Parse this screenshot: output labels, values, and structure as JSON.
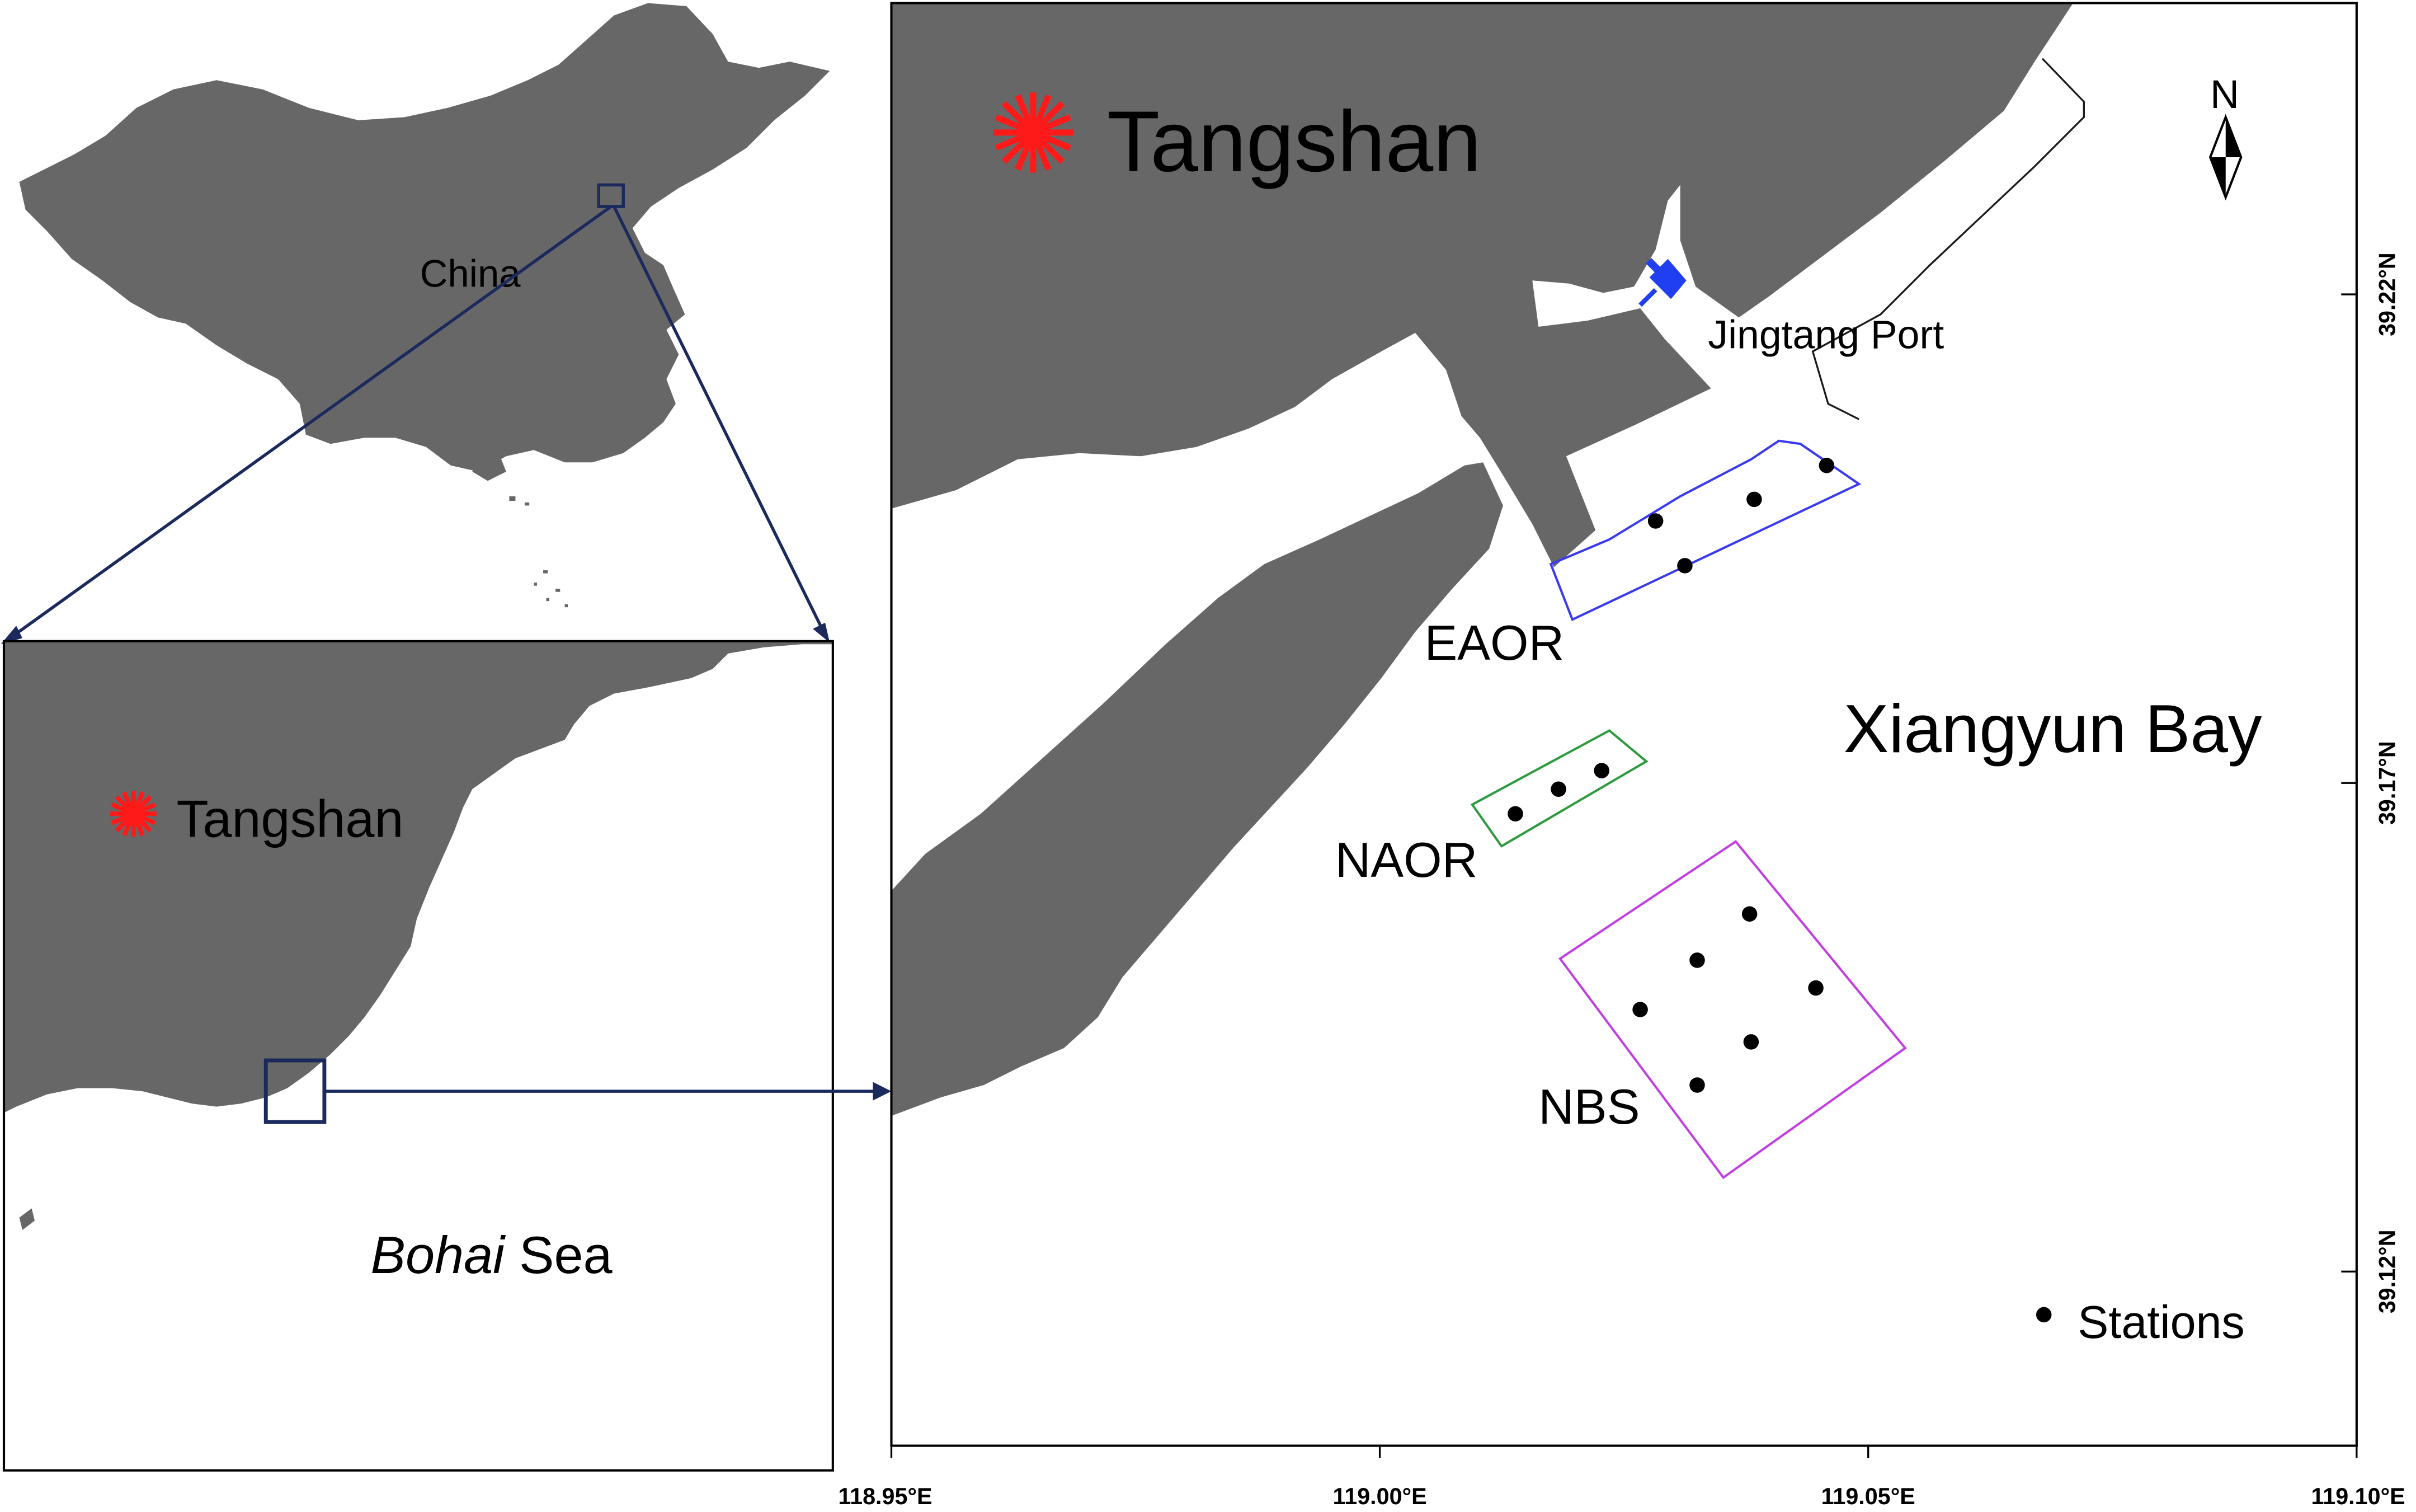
{
  "inset_china": {
    "country_label": "China"
  },
  "inset_region": {
    "city_label": "Tangshan",
    "sea_label_italic": "Bohai",
    "sea_label_rest": " Sea"
  },
  "main_map": {
    "city_label": "Tangshan",
    "port_label": "Jingtang Port",
    "bay_label": "Xiangyun Bay",
    "north_label": "N",
    "areas": [
      {
        "label": "EAOR",
        "color": "#3a3af0"
      },
      {
        "label": "NAOR",
        "color": "#2e9a3e"
      },
      {
        "label": "NBS",
        "color": "#c040e0"
      }
    ],
    "legend_label": "Stations",
    "lon_ticks": [
      "118.95°E",
      "119.00°E",
      "119.05°E",
      "119.10°E"
    ],
    "lat_ticks": [
      "39.22°N",
      "39.17°N",
      "39.12°N"
    ]
  },
  "colors": {
    "land": "#676767",
    "sea": "#ffffff",
    "frame": "#1b2a5c",
    "city_marker": "#ff1a1a",
    "port_pin": "#1f3ff0"
  }
}
